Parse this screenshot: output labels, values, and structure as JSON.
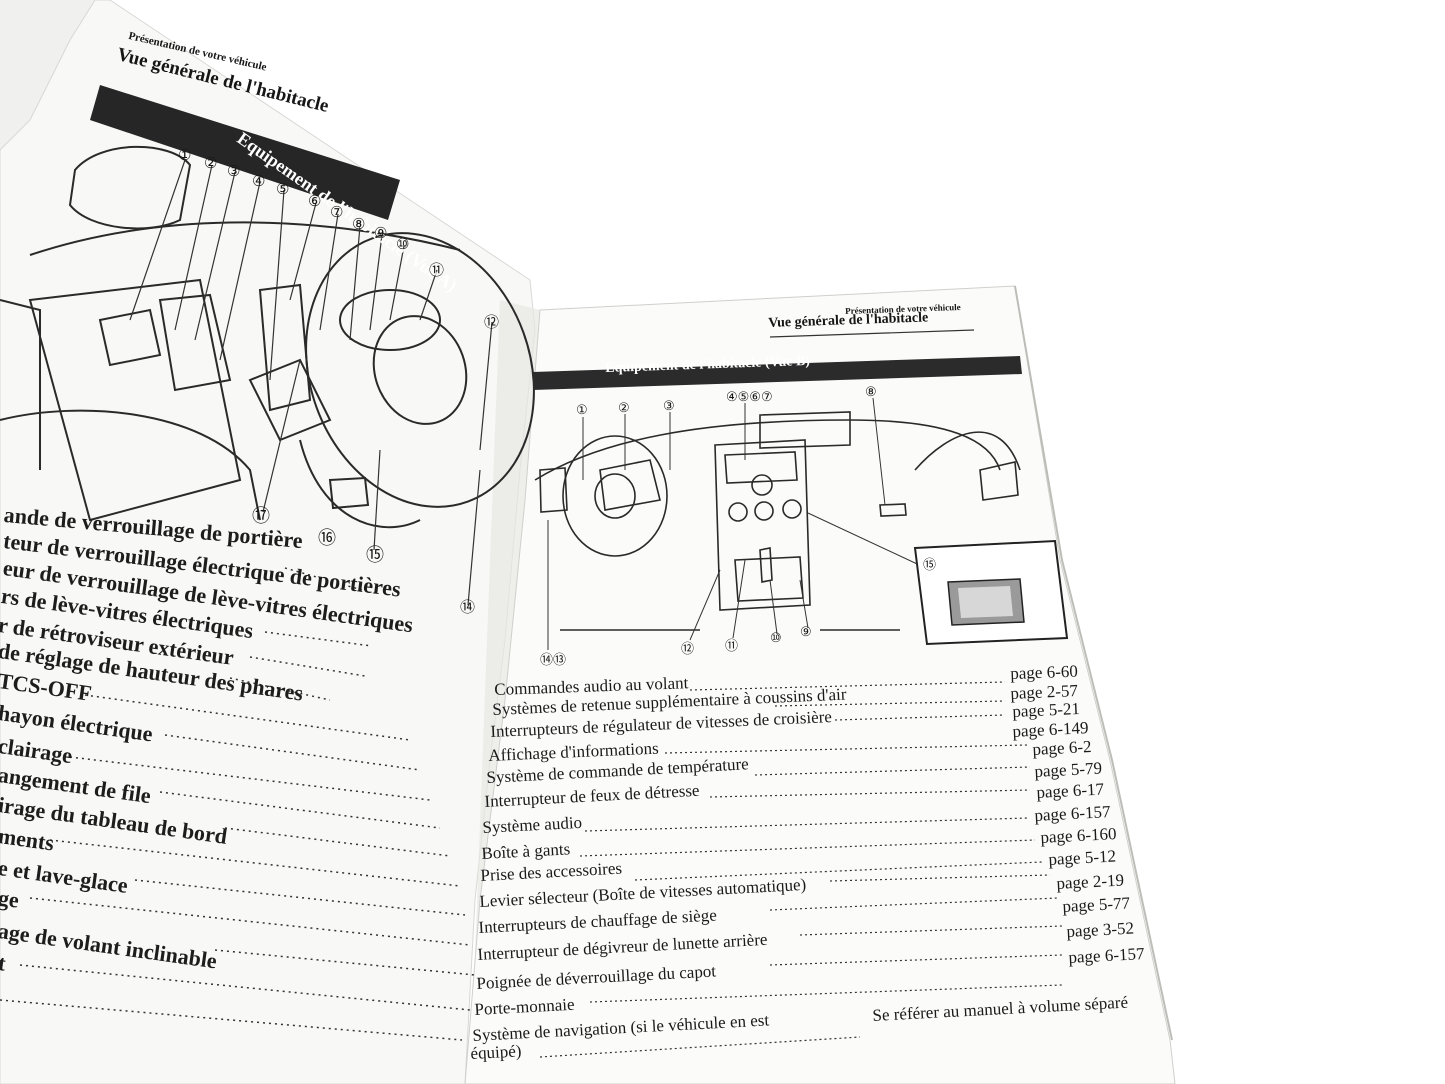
{
  "left_page": {
    "section_small": "Présentation de votre véhicule",
    "section_title": "Vue générale de l'habitacle",
    "bar_title": "Equipement de l'habitacle (Vue A)",
    "callouts": [
      "①",
      "②",
      "③",
      "④",
      "⑤",
      "⑥",
      "⑦",
      "⑧",
      "⑨",
      "⑩",
      "⑪",
      "⑫",
      "⑭",
      "⑮",
      "⑯",
      "⑰"
    ],
    "items": [
      "ande de verrouillage de portière",
      "teur de verrouillage électrique de portières",
      "eur de verrouillage de lève-vitres électriques",
      "rs de lève-vitres électriques",
      "r de rétroviseur extérieur",
      "de réglage de hauteur des phares",
      "TCS-OFF",
      "hayon électrique",
      "clairage",
      "angement de file",
      "irage du tableau de bord",
      "ments",
      "e et lave-glace",
      "ge",
      "age de volant inclinable",
      "t",
      ""
    ]
  },
  "right_page": {
    "section_small": "Présentation de votre véhicule",
    "section_title": "Vue générale de l'habitacle",
    "bar_title": "Equipement de l'habitacle (Vue B)",
    "callouts_top": [
      "①",
      "②",
      "③",
      "④⑤⑥⑦",
      "⑧"
    ],
    "callouts_bottom": [
      "⑭⑬",
      "⑫",
      "⑪",
      "⑩",
      "⑨"
    ],
    "callout_15": "⑮",
    "items": [
      {
        "label": "Commandes audio au volant",
        "page": "page 6-60"
      },
      {
        "label": "Systèmes de retenue supplémentaire à coussins d'air",
        "page": "page 2-57"
      },
      {
        "label": "Interrupteurs de régulateur de vitesses de croisière",
        "page": "page 5-21"
      },
      {
        "label": "Affichage d'informations",
        "page": "page 6-149"
      },
      {
        "label": "Système de commande de température",
        "page": "page 6-2"
      },
      {
        "label": "Interrupteur de feux de détresse",
        "page": "page 5-79"
      },
      {
        "label": "Système audio",
        "page": "page 6-17"
      },
      {
        "label": "Boîte à gants",
        "page": "page 6-157"
      },
      {
        "label": "Prise des accessoires",
        "page": "page 6-160"
      },
      {
        "label": "Levier sélecteur (Boîte de vitesses automatique)",
        "page": "page 5-12"
      },
      {
        "label": "Interrupteurs de chauffage de siège",
        "page": "page 2-19"
      },
      {
        "label": "Interrupteur de dégivreur de lunette arrière",
        "page": "page 5-77"
      },
      {
        "label": "Poignée de déverrouillage du capot",
        "page": "page 3-52"
      },
      {
        "label": "Porte-monnaie",
        "page": "page 6-157"
      }
    ],
    "nav_line1": "Système de navigation (si le véhicule en est",
    "nav_line2": "équipé)",
    "nav_ref": "Se référer au manuel à volume séparé"
  },
  "colors": {
    "bar": "#2b2b2b",
    "paper": "#f7f7f5",
    "table": "#ffffff"
  }
}
